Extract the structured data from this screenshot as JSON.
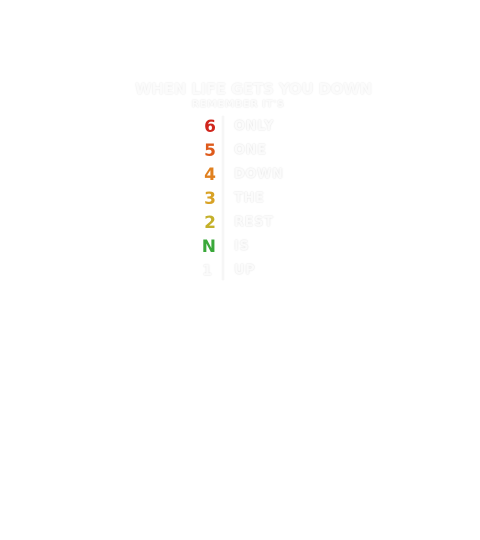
{
  "design": {
    "headline": "WHEN LIFE GETS YOU DOWN",
    "subline": "REMEMBER IT'S",
    "rows": [
      {
        "gear": "6",
        "word": "ONLY",
        "color": "#d0261d"
      },
      {
        "gear": "5",
        "word": "ONE",
        "color": "#de5a1b"
      },
      {
        "gear": "4",
        "word": "DOWN",
        "color": "#e0801f"
      },
      {
        "gear": "3",
        "word": "THE",
        "color": "#d8a226"
      },
      {
        "gear": "2",
        "word": "REST",
        "color": "#c4b02a"
      },
      {
        "gear": "N",
        "word": "IS",
        "color": "#3aa83a"
      },
      {
        "gear": "1",
        "word": "UP",
        "color": "#fbfbfb"
      }
    ]
  }
}
